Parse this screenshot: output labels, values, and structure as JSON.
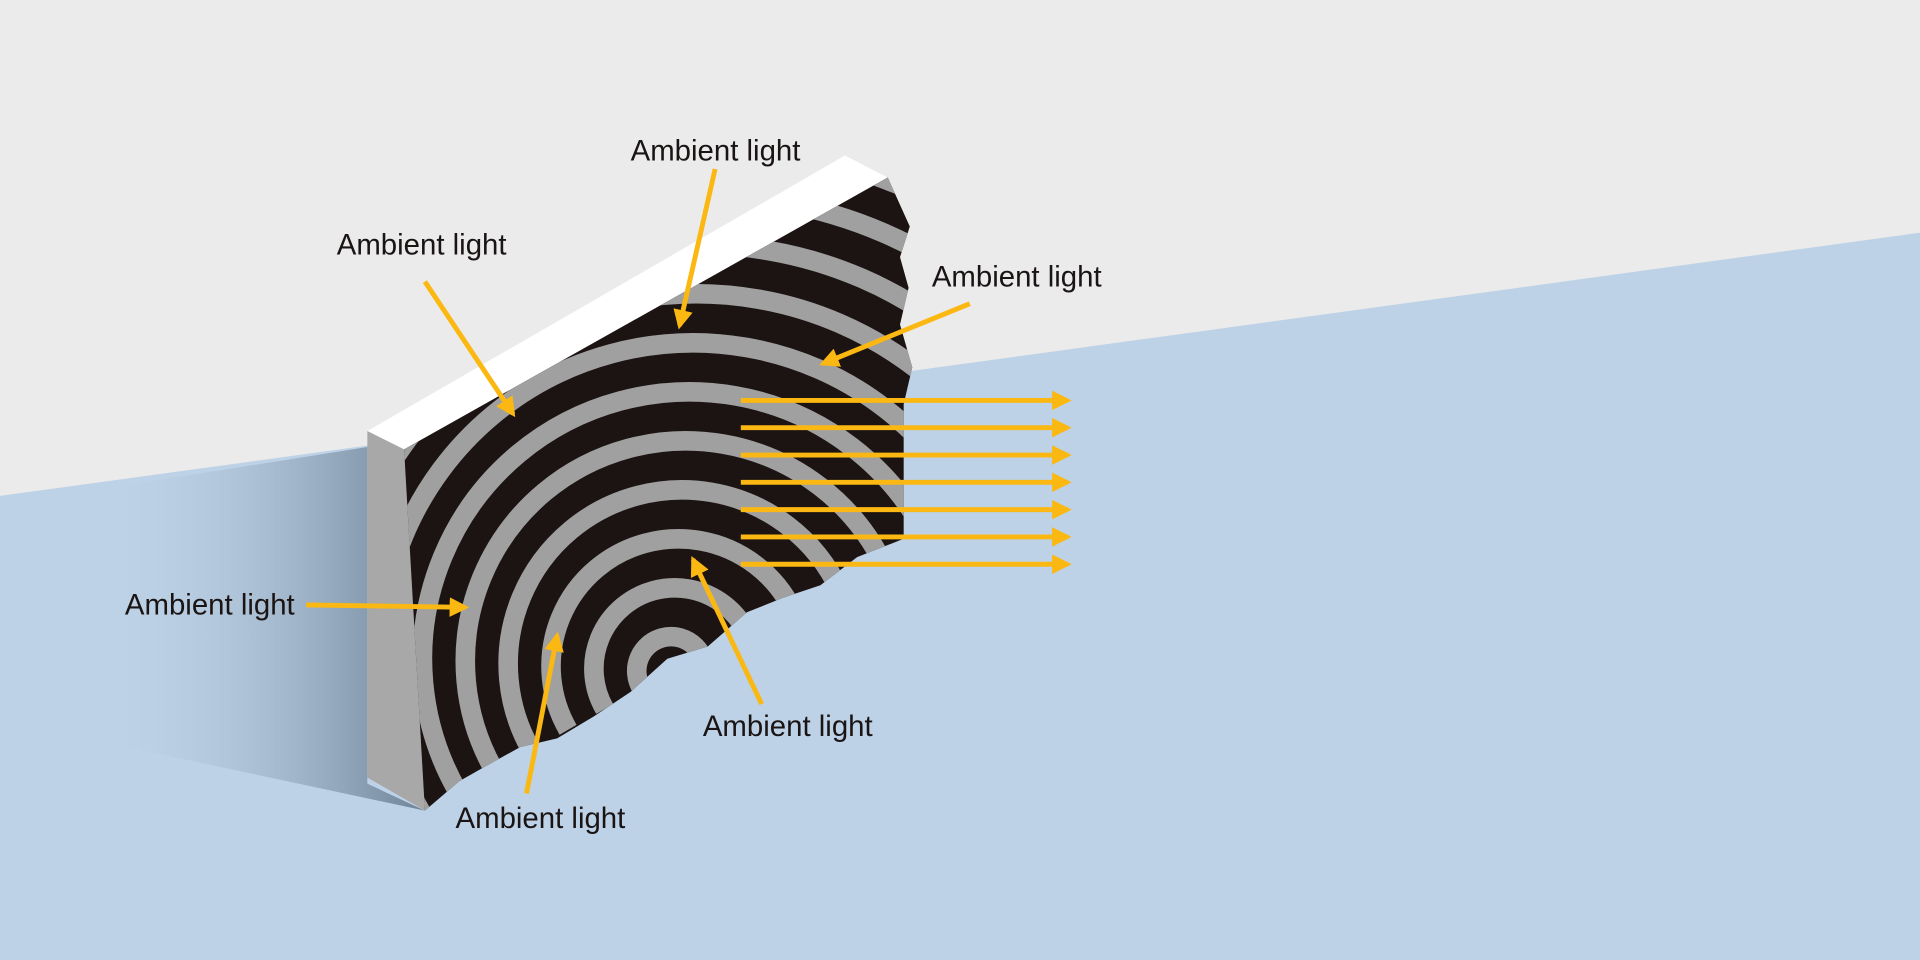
{
  "title": "Ambient light reflection diagram",
  "colors": {
    "background": "#ebebeb",
    "floor": "#bdd2e6",
    "panel_face": "#1c1313",
    "panel_stripes": "#a0a0a0",
    "panel_top": "#ffffff",
    "panel_side": "#a8a8a8",
    "arrow": "#fbb812"
  },
  "labels": [
    {
      "text": "Ambient light"
    },
    {
      "text": "Ambient light"
    },
    {
      "text": "Ambient light"
    },
    {
      "text": "Ambient light"
    },
    {
      "text": "Ambient light"
    },
    {
      "text": "Ambient light"
    }
  ],
  "reflected_arrow_count": 7
}
